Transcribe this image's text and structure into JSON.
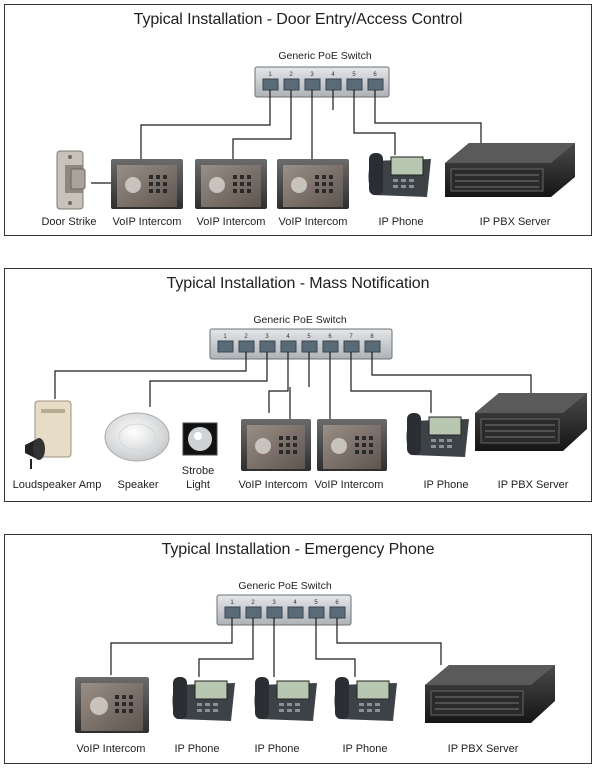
{
  "diagrams": [
    {
      "title": "Typical Installation - Door Entry/Access Control",
      "switch_label": "Generic PoE Switch",
      "ports": [
        "1",
        "2",
        "3",
        "4",
        "5",
        "6"
      ],
      "devices": [
        "Door Strike",
        "VoIP Intercom",
        "VoIP Intercom",
        "VoIP Intercom",
        "IP Phone",
        "IP PBX Server"
      ]
    },
    {
      "title": "Typical Installation - Mass Notification",
      "switch_label": "Generic PoE Switch",
      "ports": [
        "1",
        "2",
        "3",
        "4",
        "5",
        "6",
        "7",
        "8"
      ],
      "devices": [
        "Loudspeaker Amp",
        "Speaker",
        "Strobe",
        "Light",
        "VoIP Intercom",
        "VoIP Intercom",
        "IP Phone",
        "IP PBX Server"
      ]
    },
    {
      "title": "Typical Installation - Emergency Phone",
      "switch_label": "Generic PoE Switch",
      "ports": [
        "1",
        "2",
        "3",
        "4",
        "5",
        "6"
      ],
      "devices": [
        "VoIP Intercom",
        "IP Phone",
        "IP Phone",
        "IP Phone",
        "IP PBX Server"
      ]
    }
  ]
}
